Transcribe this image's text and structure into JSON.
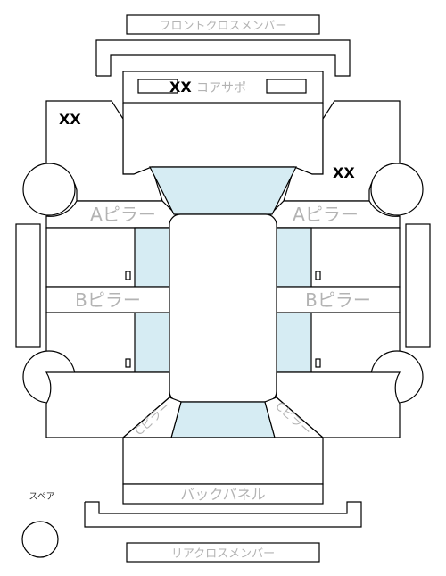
{
  "labels": {
    "front_cross_member": "フロントクロスメンバー",
    "core_support": "コアサポ",
    "a_pillar": "Aピラー",
    "b_pillar": "Bピラー",
    "c_pillar": "Cピラー",
    "back_panel": "バックパネル",
    "rear_cross_member": "リアクロスメンバー",
    "spare": "スペア"
  },
  "marks": {
    "core_support": "XX",
    "front_left": "XX",
    "front_right": "XX"
  },
  "colors": {
    "line": "#000000",
    "glass": "#d6ecf3",
    "label_gray": "#b3b3b3",
    "background": "#ffffff"
  }
}
